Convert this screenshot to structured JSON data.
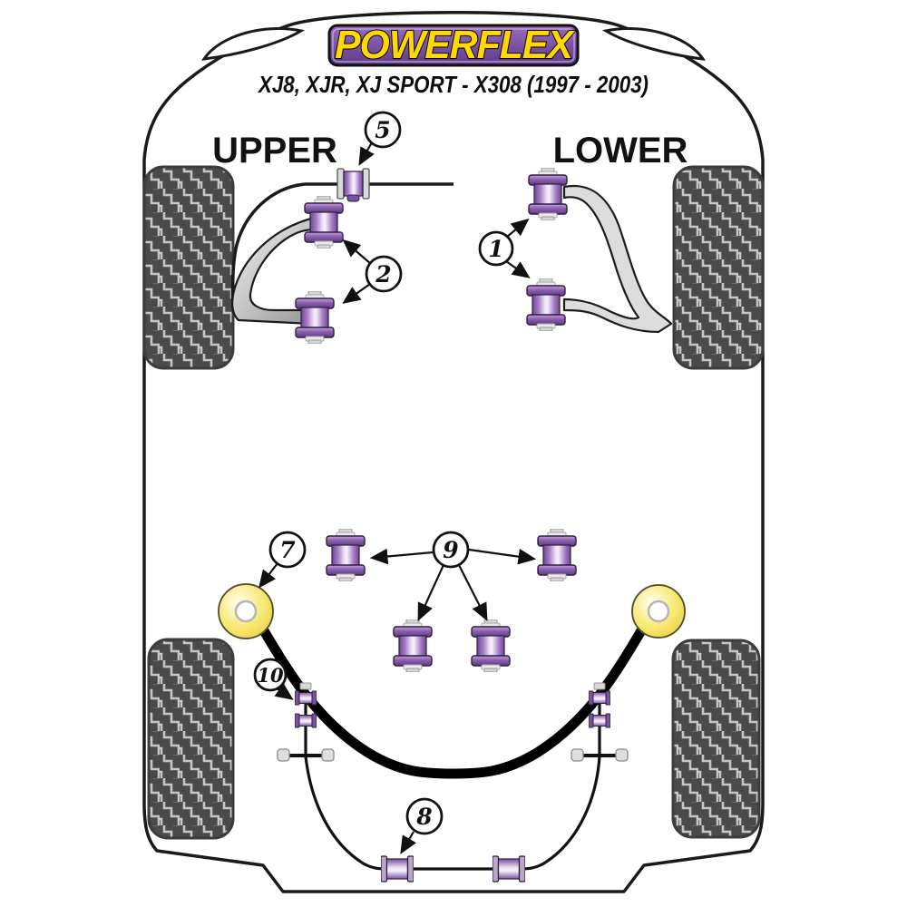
{
  "page": {
    "background": "#ffffff",
    "description_text": ""
  },
  "logo": {
    "brand": "POWERFLEX",
    "subtitle": "XJ8, XJR, XJ SPORT - X308 (1997 - 2003)",
    "badge_purple": "#7a4fa3",
    "brand_yellow": "#ffd800"
  },
  "labels": {
    "upper": "UPPER",
    "lower": "LOWER"
  },
  "callouts": [
    {
      "number": "5"
    },
    {
      "number": "2"
    },
    {
      "number": "1"
    },
    {
      "number": "7"
    },
    {
      "number": "9"
    },
    {
      "number": "10"
    },
    {
      "number": "8"
    }
  ],
  "colors": {
    "bush_purple": "#8a5fae",
    "bush_flange": "#7a50a0",
    "bush_highlight": "#f2ebf8",
    "disc_yellow": "#f5e25c",
    "tire_base": "#4a4a4a",
    "tire_tread": "#c6c6c6",
    "outline_black": "#1a1a1a",
    "arm_gray": "#dcdcdc"
  }
}
